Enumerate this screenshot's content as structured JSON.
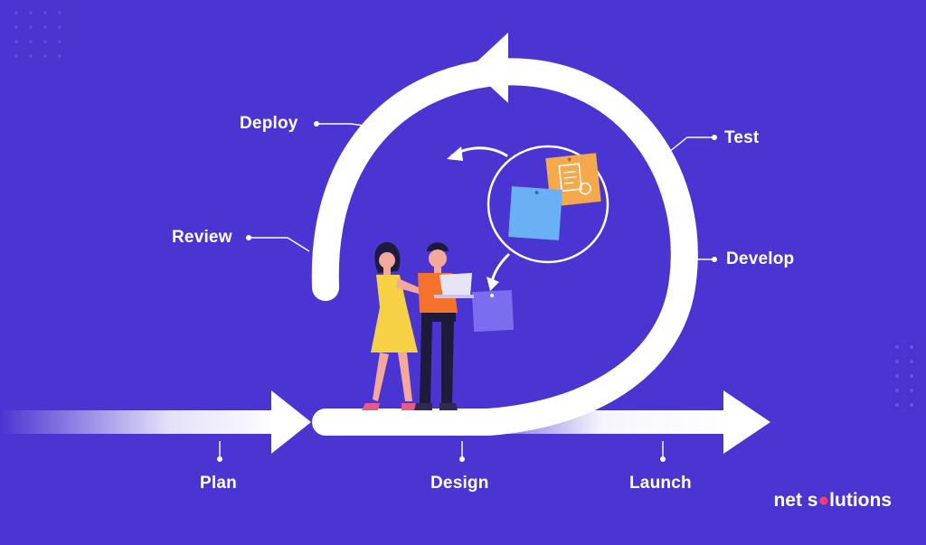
{
  "diagram": {
    "stages": {
      "deploy": "Deploy",
      "test": "Test",
      "review": "Review",
      "develop": "Develop",
      "plan": "Plan",
      "design": "Design",
      "launch": "Launch"
    }
  },
  "brand": {
    "name_part1": "net s",
    "name_part2": "lutions"
  },
  "colors": {
    "background": "#4a35d3",
    "arrow": "#ffffff",
    "accent_orange": "#f4a94a",
    "accent_blue": "#6ab0f5",
    "accent_purple": "#7a6df0",
    "brand_dot": "#ff3d6e"
  }
}
